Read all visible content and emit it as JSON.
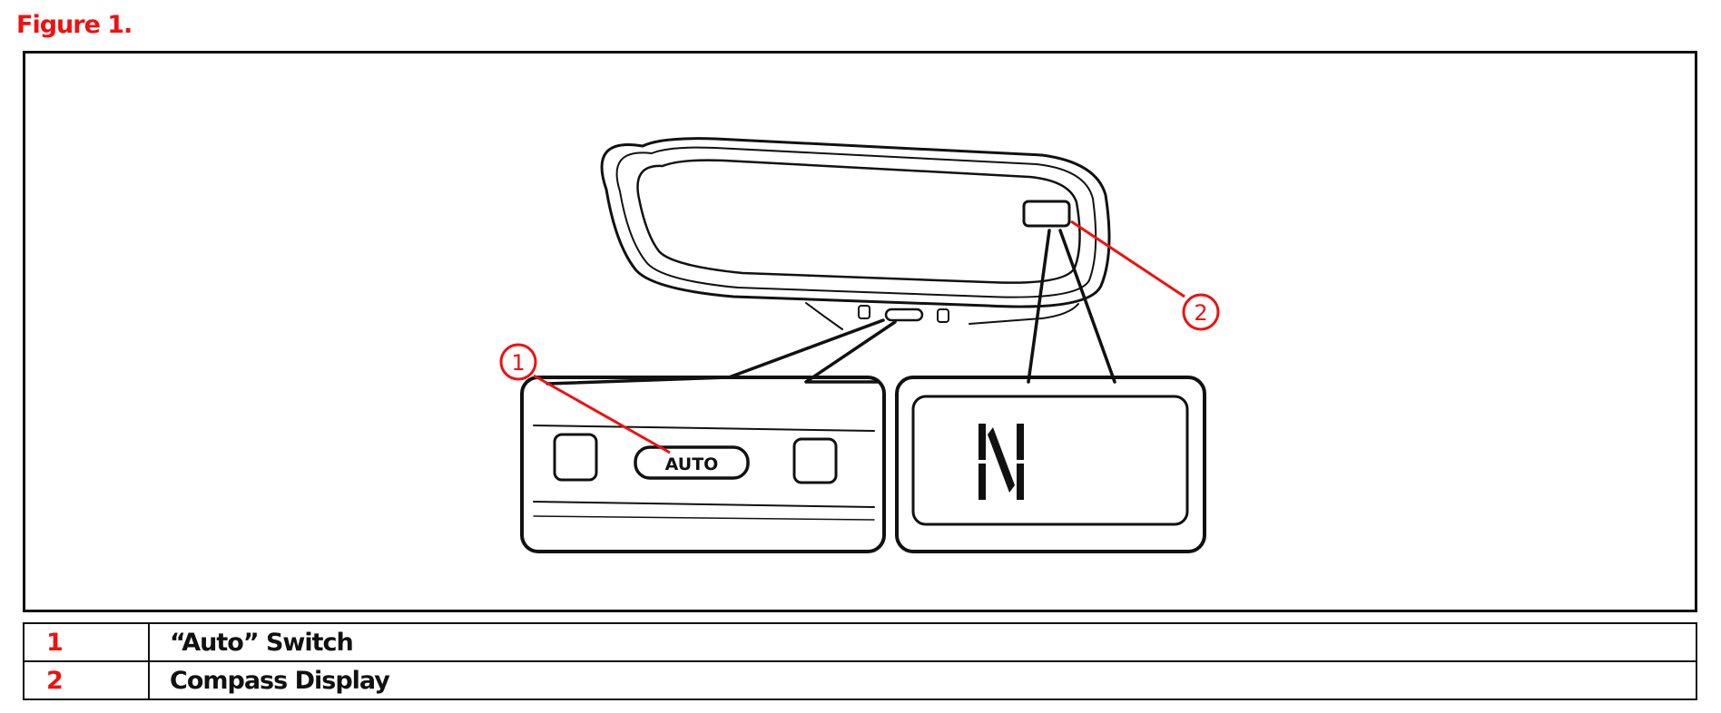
{
  "figure": {
    "caption": "Figure 1.",
    "accent_color": "#ee1111",
    "callouts": [
      "1",
      "2"
    ],
    "switch_label": "AUTO",
    "compass_heading": "N"
  },
  "legend": {
    "rows": [
      {
        "number": "1",
        "description": "“Auto” Switch"
      },
      {
        "number": "2",
        "description": "Compass Display"
      }
    ]
  }
}
